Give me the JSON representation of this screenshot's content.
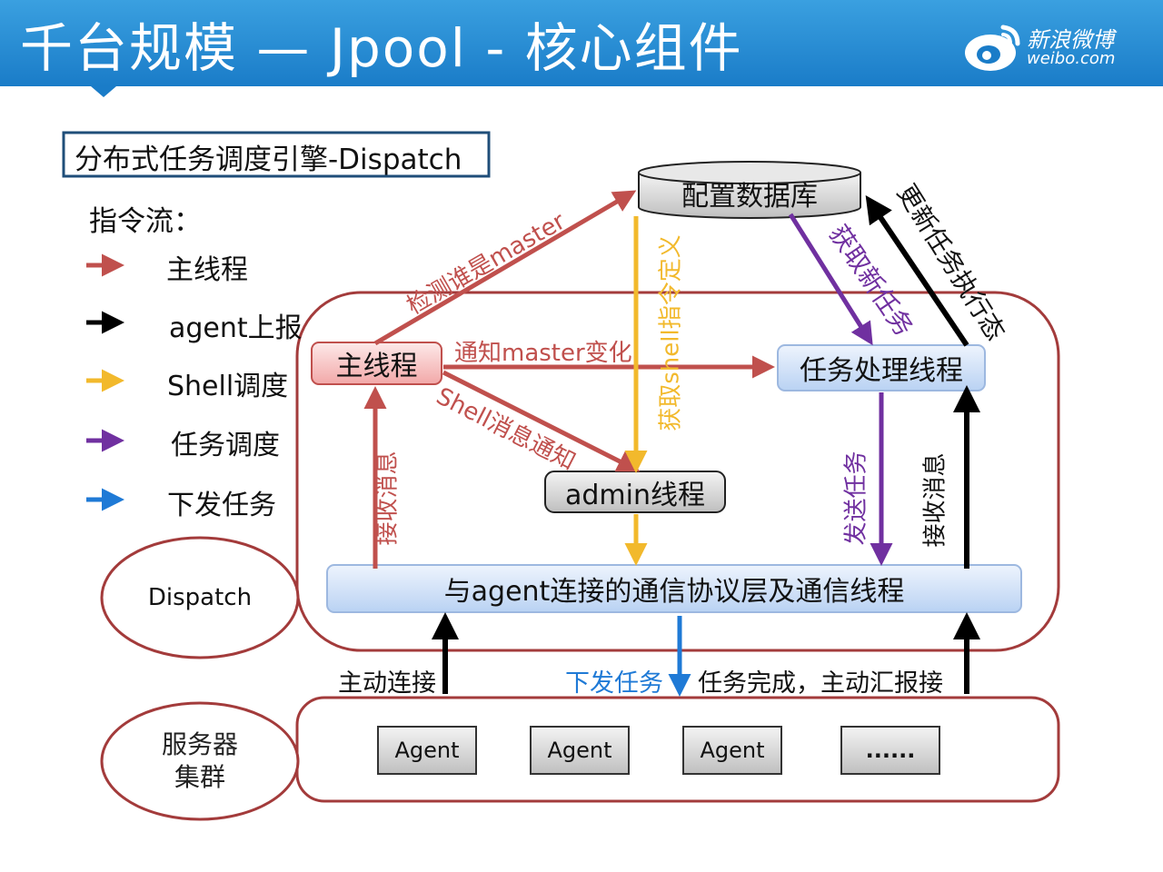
{
  "slide": {
    "title": "千台规模 — Jpool  -  核心组件",
    "logo_line1": "新浪微博",
    "logo_line2": "weibo.com"
  },
  "subtitle": "分布式任务调度引擎-Dispatch",
  "legend": {
    "heading": "指令流：",
    "items": [
      {
        "label": "主线程",
        "color": "#c0504d"
      },
      {
        "label": "agent上报",
        "color": "#000000"
      },
      {
        "label": "Shell调度",
        "color": "#f2b92c"
      },
      {
        "label": "任务调度",
        "color": "#7030a0"
      },
      {
        "label": "下发任务",
        "color": "#1f7ad6"
      }
    ]
  },
  "nodes": {
    "config_db": "配置数据库",
    "main_thread": "主线程",
    "task_thread": "任务处理线程",
    "admin_thread": "admin线程",
    "comm_layer": "与agent连接的通信协议层及通信线程",
    "dispatch": "Dispatch",
    "cluster": "服务器\n集群",
    "agents": [
      "Agent",
      "Agent",
      "Agent",
      "......"
    ]
  },
  "edge_labels": {
    "detect_master": "检测谁是master",
    "notify_master": "通知master变化",
    "shell_msg": "Shell消息通知",
    "get_shell": "获取shell指令定义",
    "get_task": "获取新任务",
    "update_status": "更新任务执行态",
    "recv_left": "接收消息",
    "send_task": "发送任务",
    "recv_right": "接收消息",
    "active_connect": "主动连接",
    "dispatch_task": "下发任务",
    "task_done": "任务完成，主动汇报接"
  }
}
